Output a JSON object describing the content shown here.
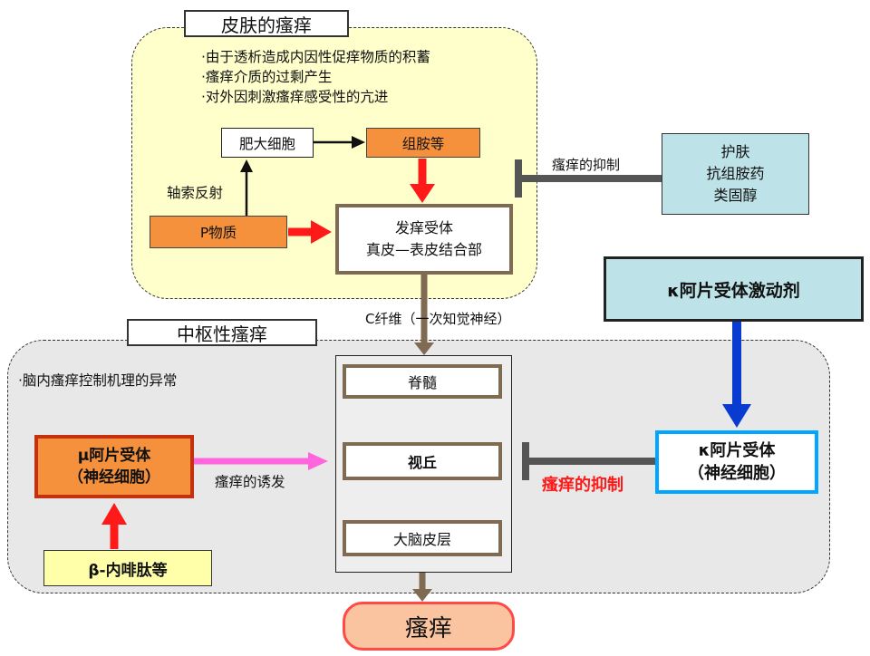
{
  "skin": {
    "title": "皮肤的瘙痒",
    "bullets": [
      "·由于透析造成内因性促痒物质的积蓄",
      "·瘙痒介质的过剩产生",
      "·对外因刺激瘙痒感受性的亢进"
    ],
    "mast_cell": "肥大细胞",
    "histamine": "组胺等",
    "substance_p": "P物质",
    "axon_reflex": "轴索反射",
    "receptor": [
      "发痒受体",
      "真皮—表皮结合部"
    ],
    "inhibition_label": "瘙痒的抑制",
    "treatments": [
      "护肤",
      "抗组胺药",
      "类固醇"
    ]
  },
  "c_fiber_label": "C纤维（一次知觉神经）",
  "cns": {
    "title": "中枢性瘙痒",
    "note": "·脑内瘙痒控制机理的异常",
    "spinal_cord": "脊髓",
    "thalamus": "视丘",
    "cortex": "大脑皮层",
    "mu_receptor": [
      "μ阿片受体",
      "（神经细胞）"
    ],
    "beta_endorphin": "β-内啡肽等",
    "induction_label": "瘙痒的诱发",
    "kappa_agonist": "κ阿片受体激动剂",
    "kappa_receptor": [
      "κ阿片受体",
      "（神经细胞）"
    ],
    "inhibition_label": "瘙痒的抑制"
  },
  "result": "瘙痒",
  "colors": {
    "skin_region": "#ffffcc",
    "cns_region": "#e8e8e8",
    "orange_box": "#f5913c",
    "teal_box": "#bde3e8",
    "brown_border": "#7f6a52",
    "red_arrow": "#ff1a1a",
    "pink_arrow": "#ff66dd",
    "blue_arrow": "#0a3bd1",
    "inhibit_bar": "#555555",
    "kappa_border": "#00a6ff"
  }
}
